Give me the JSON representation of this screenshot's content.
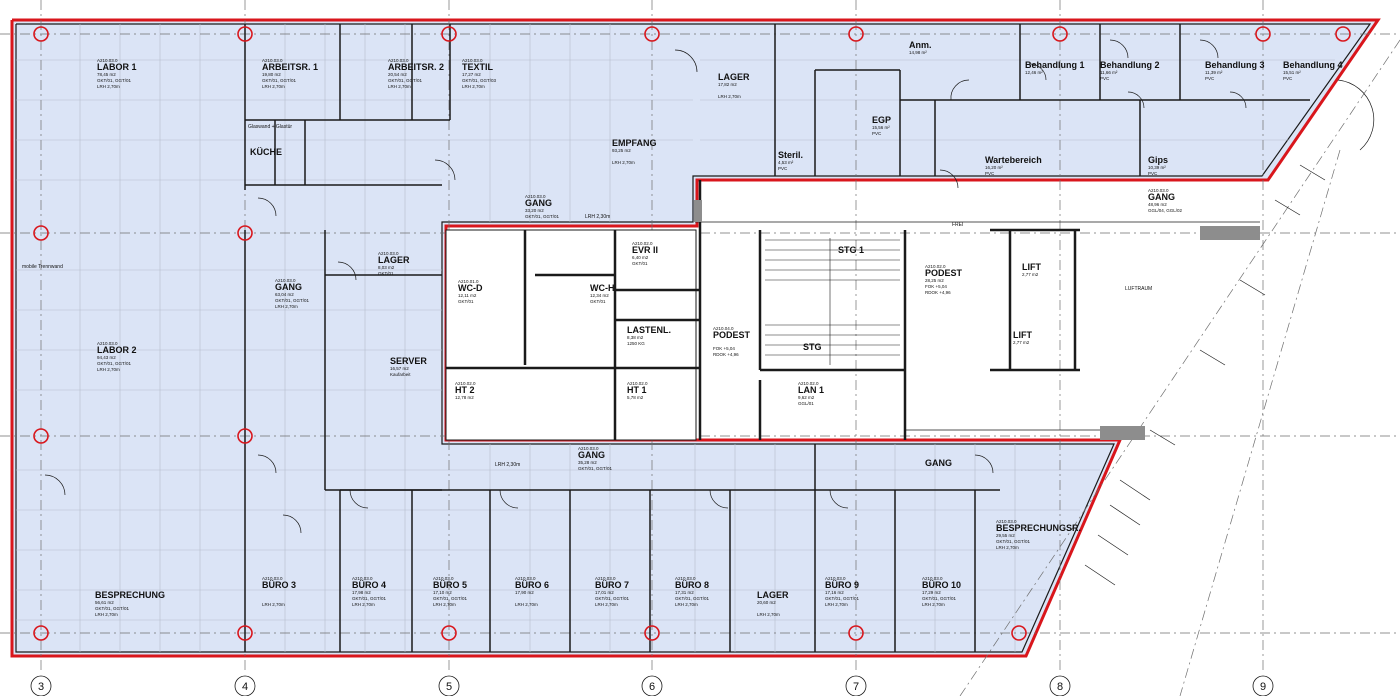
{
  "axes": [
    "3",
    "4",
    "5",
    "6",
    "7",
    "8",
    "9"
  ],
  "rooms": [
    {
      "id": "labor1",
      "code": "A210.03.0",
      "name": "LABOR 1",
      "area": "78,45 m2",
      "spec": "GKT/01, GGT/01",
      "height": "LRH 2,70m"
    },
    {
      "id": "arbeitsr1",
      "code": "A210.03.0",
      "name": "ARBEITSR. 1",
      "area": "19,80 m2",
      "spec": "GKT/01, GGT/01",
      "height": "LRH 2,70m"
    },
    {
      "id": "arbeitsr2",
      "code": "A210.03.0",
      "name": "ARBEITSR. 2",
      "area": "20,54 m2",
      "spec": "GKT/01, GGT/01",
      "height": "LRH 2,70m"
    },
    {
      "id": "textil",
      "code": "A210.03.0",
      "name": "TEXTIL",
      "area": "17,27 m2",
      "spec": "GKT/01, GGT/03",
      "height": "LRH 2,70m"
    },
    {
      "id": "lager-top",
      "code": "",
      "name": "LAGER",
      "area": "17,82 m2",
      "spec": "",
      "height": "LRH 2,70m"
    },
    {
      "id": "empfang",
      "code": "",
      "name": "EMPFANG",
      "area": "93,25 m2",
      "spec": "",
      "height": "LRH 2,70m"
    },
    {
      "id": "kueche",
      "code": "",
      "name": "KÜCHE",
      "area": "",
      "spec": "",
      "height": ""
    },
    {
      "id": "gang-top",
      "code": "A210.03.0",
      "name": "GANG",
      "area": "33,20 m2",
      "spec": "GKT/01, GGT/01",
      "height": ""
    },
    {
      "id": "lager-mid",
      "code": "A210.03.0",
      "name": "LAGER",
      "area": "8,03 m2",
      "spec": "GKT/01",
      "height": ""
    },
    {
      "id": "gang-left",
      "code": "A210.03.0",
      "name": "GANG",
      "area": "63,04 m2",
      "spec": "GKT/01, GGT/01",
      "height": "LRH 2,70m"
    },
    {
      "id": "labor2",
      "code": "A210.03.0",
      "name": "LABOR 2",
      "area": "94,43 m2",
      "spec": "GKT/01, GGT/01",
      "height": "LRH 2,70m"
    },
    {
      "id": "server",
      "code": "",
      "name": "SERVER",
      "area": "16,57 m2",
      "spec": "Kaufarbeit",
      "height": ""
    },
    {
      "id": "wcd",
      "code": "A210.01.0",
      "name": "WC-D",
      "area": "12,11 m2",
      "spec": "GKT/01",
      "height": ""
    },
    {
      "id": "wch",
      "code": "",
      "name": "WC-H",
      "area": "12,34 m2",
      "spec": "GKT/01",
      "height": ""
    },
    {
      "id": "evr",
      "code": "A210.02.0",
      "name": "EVR II",
      "area": "6,40 m2",
      "spec": "GKT/01",
      "height": ""
    },
    {
      "id": "lastenl",
      "code": "",
      "name": "LASTENL.",
      "area": "8,38 m2",
      "spec": "1250 KG",
      "height": ""
    },
    {
      "id": "podest-1",
      "code": "A210.04.0",
      "name": "PODEST",
      "area": "",
      "spec": "FOK +5,04",
      "height": "RDOK +4,96"
    },
    {
      "id": "ht2",
      "code": "A210.02.0",
      "name": "HT 2",
      "area": "12,78 m2",
      "spec": "",
      "height": ""
    },
    {
      "id": "ht1",
      "code": "A210.02.0",
      "name": "HT 1",
      "area": "5,78 m2",
      "spec": "",
      "height": ""
    },
    {
      "id": "lan1",
      "code": "A210.02.0",
      "name": "LAN 1",
      "area": "9,62 m2",
      "spec": "GGL/01",
      "height": ""
    },
    {
      "id": "stg1",
      "code": "",
      "name": "STG 1",
      "area": "",
      "spec": "",
      "height": ""
    },
    {
      "id": "stg2",
      "code": "",
      "name": "STG",
      "area": "",
      "spec": "",
      "height": ""
    },
    {
      "id": "podest-2",
      "code": "A210.02.0",
      "name": "PODEST",
      "area": "28,25 m2",
      "spec": "FOK +5,04",
      "height": "RDOK +4,96"
    },
    {
      "id": "lift1",
      "code": "",
      "name": "LIFT",
      "area": "2,77 m2",
      "spec": "",
      "height": ""
    },
    {
      "id": "lift2",
      "code": "",
      "name": "LIFT",
      "area": "2,77 m2",
      "spec": "",
      "height": ""
    },
    {
      "id": "gang-right",
      "code": "A210.03.0",
      "name": "GANG",
      "area": "48,96 m2",
      "spec": "GGL/04, GGL/02",
      "height": ""
    },
    {
      "id": "gang-bottom",
      "code": "A210.03.0",
      "name": "GANG",
      "area": "35,28 m2",
      "spec": "GKT/01, GGT/01",
      "height": ""
    },
    {
      "id": "gang-br",
      "code": "",
      "name": "GANG",
      "area": "",
      "spec": "",
      "height": ""
    },
    {
      "id": "besprechung",
      "code": "",
      "name": "BESPRECHUNG",
      "area": "56,61 m2",
      "spec": "GKT/01, GGT/01",
      "height": "LRH 2,70m"
    },
    {
      "id": "buero3",
      "code": "A210.03.0",
      "name": "BÜRO 3",
      "area": "",
      "spec": "",
      "height": "LRH 2,70m"
    },
    {
      "id": "buero4",
      "code": "A210.03.0",
      "name": "BÜRO 4",
      "area": "17,98 m2",
      "spec": "GKT/01, GGT/01",
      "height": "LRH 2,70m"
    },
    {
      "id": "buero5",
      "code": "A210.03.0",
      "name": "BÜRO 5",
      "area": "17,10 m2",
      "spec": "GKT/01, GGT/01",
      "height": "LRH 2,70m"
    },
    {
      "id": "buero6",
      "code": "A210.03.0",
      "name": "BÜRO 6",
      "area": "17,90 m2",
      "spec": "",
      "height": "LRH 2,70m"
    },
    {
      "id": "buero7",
      "code": "A210.03.0",
      "name": "BÜRO 7",
      "area": "17,01 m2",
      "spec": "GKT/01, GGT/01",
      "height": "LRH 2,70m"
    },
    {
      "id": "buero8",
      "code": "A210.03.0",
      "name": "BÜRO 8",
      "area": "17,31 m2",
      "spec": "GKT/01, GGT/01",
      "height": "LRH 2,70m"
    },
    {
      "id": "lager-bottom",
      "code": "",
      "name": "LAGER",
      "area": "20,60 m2",
      "spec": "",
      "height": "LRH 2,70m"
    },
    {
      "id": "buero9",
      "code": "A210.03.0",
      "name": "BÜRO 9",
      "area": "17,16 m2",
      "spec": "GKT/01, GGT/01",
      "height": "LRH 2,70m"
    },
    {
      "id": "buero10",
      "code": "A210.03.0",
      "name": "BÜRO 10",
      "area": "17,29 m2",
      "spec": "GKT/01, GGT/01",
      "height": "LRH 2,70m"
    },
    {
      "id": "besprechungsr",
      "code": "A210.03.0",
      "name": "BESPRECHUNGSR.",
      "area": "29,55 m2",
      "spec": "GKT/01, GGT/01",
      "height": "LRH 2,70m"
    },
    {
      "id": "behandlung1",
      "code": "",
      "name": "Behandlung 1",
      "area": "12,46 m²",
      "spec": "",
      "height": ""
    },
    {
      "id": "behandlung2",
      "code": "",
      "name": "Behandlung 2",
      "area": "11,66 m²",
      "spec": "PVC",
      "height": ""
    },
    {
      "id": "behandlung3",
      "code": "",
      "name": "Behandlung 3",
      "area": "11,39 m²",
      "spec": "PVC",
      "height": ""
    },
    {
      "id": "behandlung4",
      "code": "",
      "name": "Behandlung 4",
      "area": "15,51 m²",
      "spec": "PVC",
      "height": ""
    },
    {
      "id": "anm",
      "code": "",
      "name": "Anm.",
      "area": "14,98 m²",
      "spec": "",
      "height": ""
    },
    {
      "id": "egp",
      "code": "",
      "name": "EGP",
      "area": "15,56 m²",
      "spec": "PVC",
      "height": ""
    },
    {
      "id": "warteber",
      "code": "",
      "name": "Wartebereich",
      "area": "16,20 m²",
      "spec": "PVC",
      "height": ""
    },
    {
      "id": "steril",
      "code": "",
      "name": "Steril.",
      "area": "4,53 m²",
      "spec": "PVC",
      "height": ""
    },
    {
      "id": "gips",
      "code": "",
      "name": "Gips",
      "area": "10,39 m²",
      "spec": "PVC",
      "height": ""
    }
  ],
  "notes": {
    "luftraum": "LUFTRAUM",
    "mobile": "mobile Trennwand",
    "glaswand": "Glaswand + Glastür",
    "lrh_top": "LRH 2,30m",
    "lrh_bottom": "LRH 2,30m",
    "frei": "FREI"
  },
  "colors": {
    "room_fill": "#dbe4f6",
    "outline": "#d9161c",
    "wall": "#1a1a1a",
    "grid": "#7a7a7a"
  }
}
